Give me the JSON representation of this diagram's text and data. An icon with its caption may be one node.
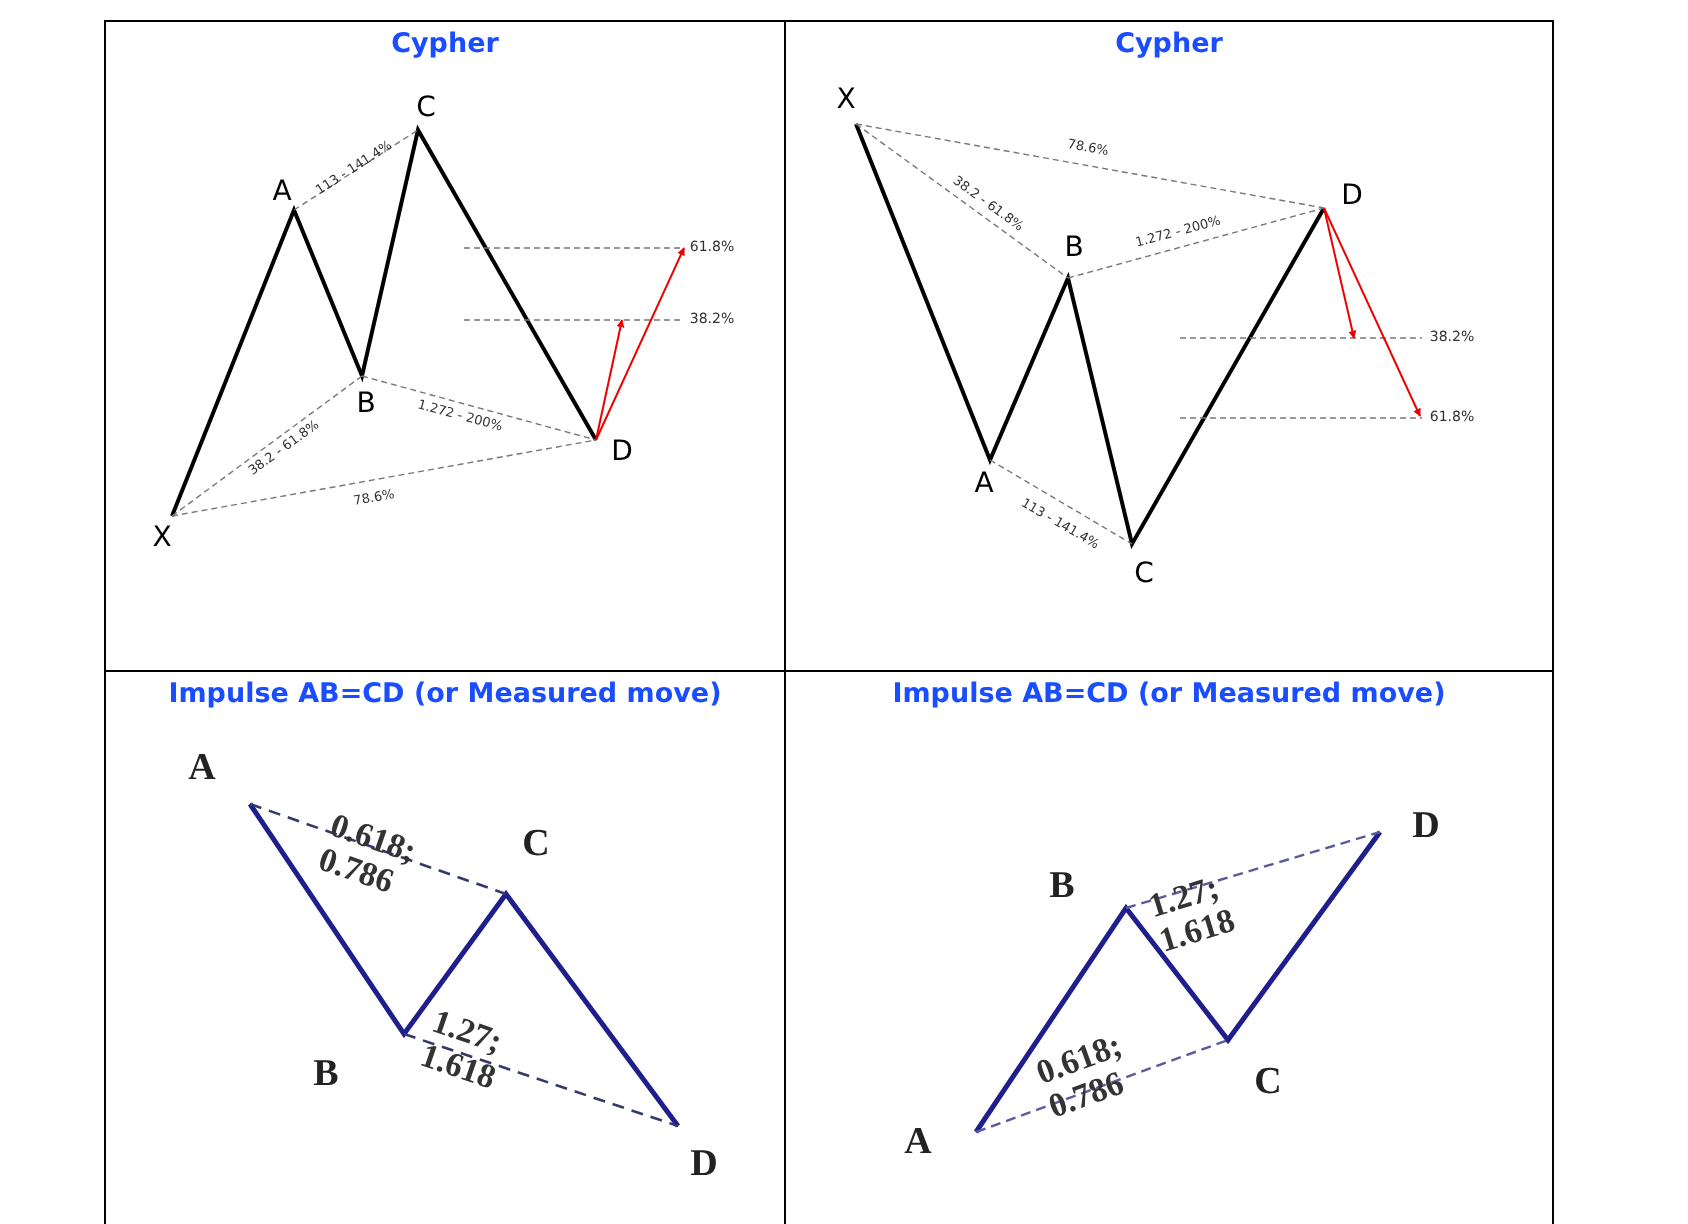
{
  "diagram": {
    "nodes": [
      {
        "text": [
          "Cypher"
        ]
      },
      {
        "text": [
          "Cypher"
        ]
      },
      {
        "text": [
          "Impulse AB=CD (or Measured move)"
        ]
      },
      {
        "text": [
          "Impulse AB=CD (or Measured move)"
        ]
      }
    ],
    "labels": [
      "C",
      "113 - 141.4%",
      "A",
      "61.8%",
      "38.2%",
      "B",
      "1.272 - 200%",
      "D",
      "38.2 - 61.8%",
      "78.6%",
      "X",
      "X",
      "78.6%",
      "38.2 - 61.8%",
      "D",
      "B",
      "1.272 - 200%",
      "38.2%",
      "61.8%",
      "A",
      "113 - 141.4%",
      "C",
      "A",
      "0.618; 0.786",
      "C",
      "B",
      "1.27; 1.618",
      "D",
      "D",
      "B",
      "1.27; 1.618",
      "0.618; 0.786",
      "C",
      "A"
    ]
  }
}
